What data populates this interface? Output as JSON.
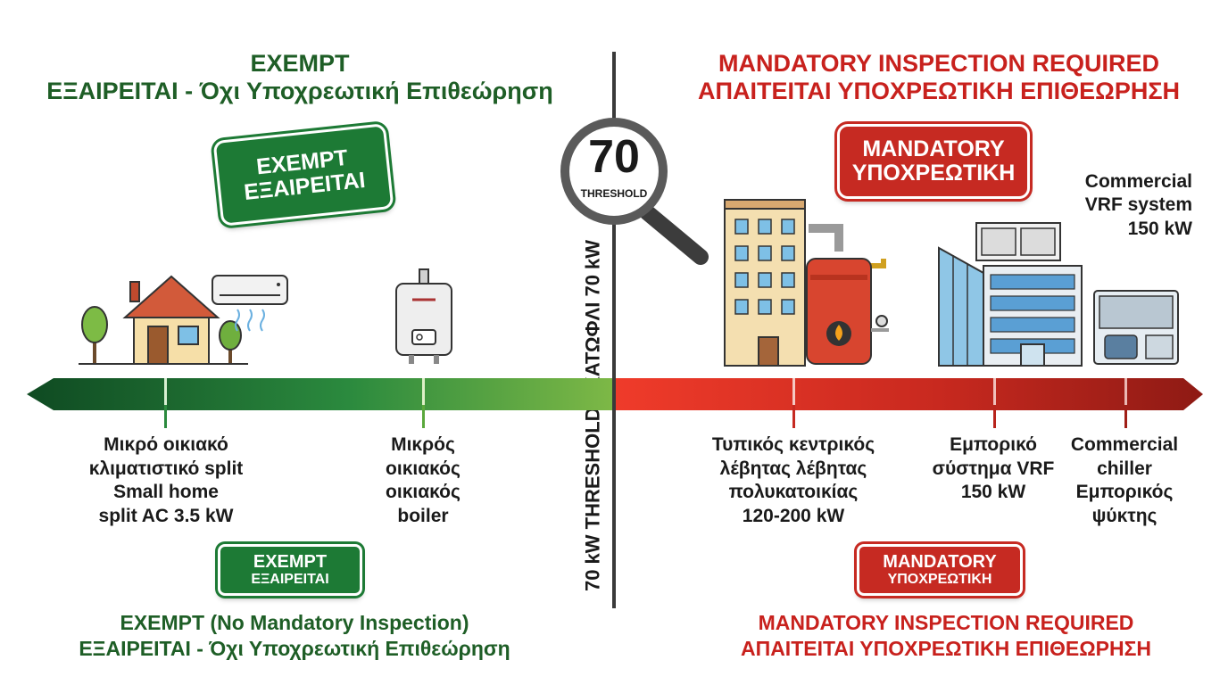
{
  "left_header": {
    "title": "EXEMPT",
    "subtitle": "ΕΞΑΙΡΕΙΤΑΙ - Όχι Υποχρεωτική Επιθεώρηση"
  },
  "right_header": {
    "title": "MANDATORY INSPECTION REQUIRED",
    "subtitle": "ΑΠΑΙΤΕΙΤΑΙ ΥΠΟΧΡΕΩΤΙΚΗ ΕΠΙΘΕΩΡΗΣΗ"
  },
  "stamps": {
    "exempt_big": [
      "EXEMPT",
      "ΕΞΑΙΡΕΙΤΑΙ"
    ],
    "mandatory_big": [
      "MANDATORY",
      "ΥΠΟΧΡΕΩΤΙΚΗ"
    ],
    "exempt_small": [
      "EXEMPT",
      "ΕΞΑΙΡΕΙΤΑΙ"
    ],
    "mandatory_small": [
      "MANDATORY",
      "ΥΠΟΧΡΕΩΤΙΚΗ"
    ]
  },
  "threshold": {
    "value": "70",
    "label": "THRESHOLD",
    "axis_label": "70 kW THRESHOLD / ΚΑΤΩΦΛΙ 70 kW"
  },
  "vrf_callout": [
    "Commercial",
    "VRF system",
    "150 kW"
  ],
  "items": [
    {
      "lines": [
        "Μικρό οικιακό",
        "κλιματιστικό split",
        "Small home",
        "split AC 3.5 kW"
      ]
    },
    {
      "lines": [
        "Μικρός",
        "οικιακός",
        "οικιακός",
        "boiler"
      ]
    },
    {
      "lines": [
        "Τυπικός κεντρικός",
        "λέβητας λέβητας",
        "πολυκατοικίας",
        "120-200 kW"
      ]
    },
    {
      "lines": [
        "Εμπορικό",
        "σύστημα VRF",
        "150 kW"
      ]
    },
    {
      "lines": [
        "Commercial",
        "chiller",
        "Εμπορικός",
        "ψύκτης"
      ]
    }
  ],
  "left_footer": {
    "title": "EXEMPT (No Mandatory Inspection)",
    "subtitle": "ΕΞΑΙΡΕΙΤΑΙ - Όχι Υποχρεωτική Επιθεώρηση"
  },
  "right_footer": {
    "title": "MANDATORY INSPECTION REQUIRED",
    "subtitle": "ΑΠΑΙΤΕΙΤΑΙ ΥΠΟΧΡΕΩΤΙΚΗ ΕΠΙΘΕΩΡΗΣΗ"
  },
  "colors": {
    "exempt_green": "#1d7a35",
    "mandatory_red": "#c62a22",
    "text_green": "#1e5e26",
    "text_red": "#c8211d"
  },
  "icons": [
    "house-icon",
    "split-ac-icon",
    "tree-icon",
    "wall-boiler-icon",
    "apartment-building-icon",
    "central-boiler-icon",
    "office-building-icon",
    "vrf-unit-icon",
    "chiller-icon",
    "magnifier-icon"
  ]
}
